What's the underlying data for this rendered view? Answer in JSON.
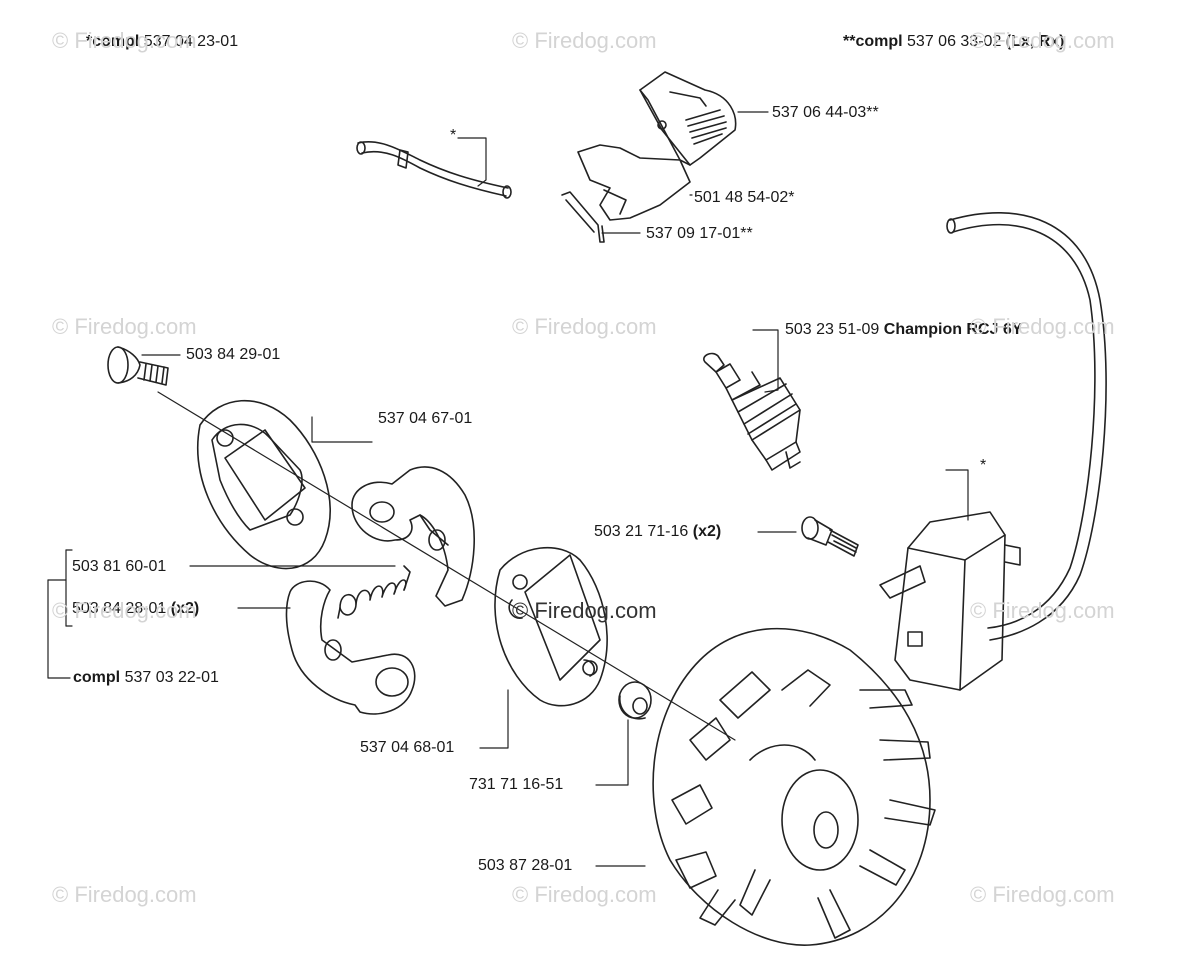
{
  "header": {
    "left": {
      "prefix": "*compl",
      "number": "537 04 23-01"
    },
    "right": {
      "prefix": "**compl",
      "number": "537 06 33-02",
      "suffix": "(Lx, Rx)"
    }
  },
  "watermark": "© Firedog.com",
  "parts": [
    {
      "id": "cover",
      "number": "537 06 44-03**",
      "note": ""
    },
    {
      "id": "bracket",
      "number": "501 48 54-02*",
      "note": ""
    },
    {
      "id": "wire-clip",
      "number": "537 09 17-01**",
      "note": ""
    },
    {
      "id": "tube",
      "number": "*",
      "note": ""
    },
    {
      "id": "spark-plug",
      "number": "503 23 51-09",
      "note": "Champion RCJ 6Y"
    },
    {
      "id": "screw",
      "number": "503 84 29-01",
      "note": ""
    },
    {
      "id": "clutch-plate",
      "number": "537 04 67-01",
      "note": ""
    },
    {
      "id": "coil-screw",
      "number": "503 21 71-16",
      "note": "(x2)"
    },
    {
      "id": "ignition",
      "number": "*",
      "note": ""
    },
    {
      "id": "spring",
      "number": "503 81 60-01",
      "note": ""
    },
    {
      "id": "shoe",
      "number": "503 84 28-01",
      "note": "(x2)"
    },
    {
      "id": "clutch-kit",
      "number": "537 03 22-01",
      "note": "compl"
    },
    {
      "id": "plate-2",
      "number": "537 04 68-01",
      "note": ""
    },
    {
      "id": "washer",
      "number": "731 71 16-51",
      "note": ""
    },
    {
      "id": "flywheel",
      "number": "503 87 28-01",
      "note": ""
    }
  ]
}
